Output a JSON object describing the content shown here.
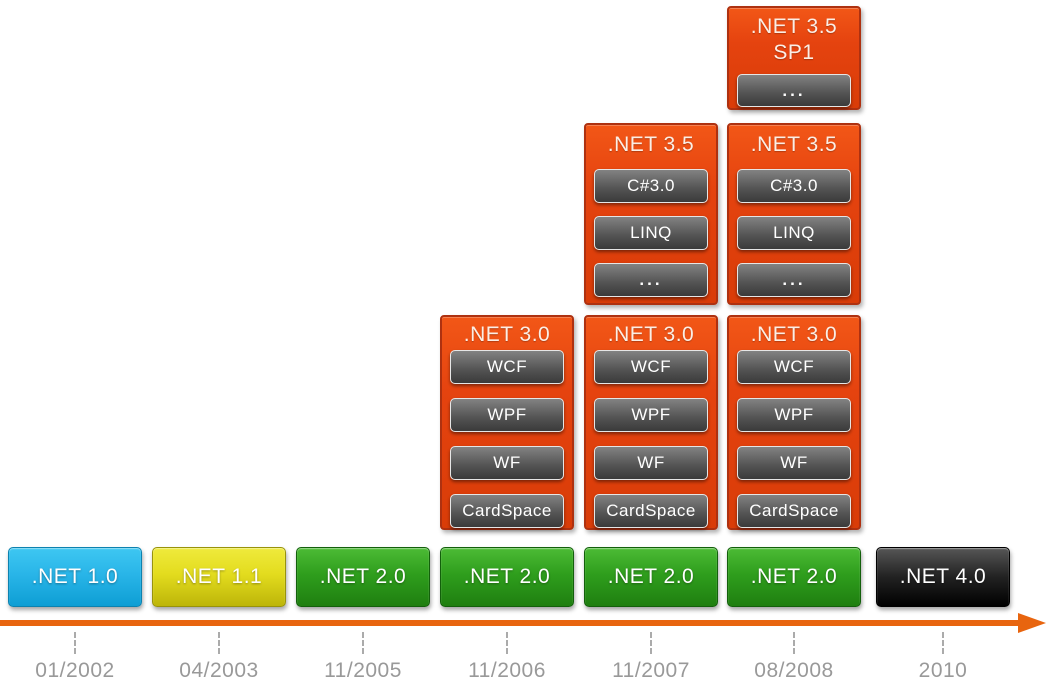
{
  "palette": {
    "orange_box": "#E5430F",
    "orange_border": "#AE3110",
    "gray_item_top": "#828282",
    "gray_item_bottom": "#3A3A3A",
    "gray_item_border": "#E6E6E6",
    "cyan_box": "#29B5E8",
    "yellow_box": "#E3DC1E",
    "green_box": "#2F9E1D",
    "black_box": "#111111",
    "timeline_arrow": "#E8650F",
    "date_text": "#999999",
    "box_text": "#FFFFFF"
  },
  "columns": [
    {
      "date": "01/2002",
      "base": {
        "label": ".NET 1.0",
        "color": "cyan"
      },
      "stack": []
    },
    {
      "date": "04/2003",
      "base": {
        "label": ".NET 1.1",
        "color": "yellow"
      },
      "stack": []
    },
    {
      "date": "11/2005",
      "base": {
        "label": ".NET 2.0",
        "color": "green"
      },
      "stack": []
    },
    {
      "date": "11/2006",
      "base": {
        "label": ".NET 2.0",
        "color": "green"
      },
      "stack": [
        {
          "slot": "v30",
          "title": ".NET 3.0",
          "items": [
            "WCF",
            "WPF",
            "WF",
            "CardSpace"
          ]
        }
      ]
    },
    {
      "date": "11/2007",
      "base": {
        "label": ".NET 2.0",
        "color": "green"
      },
      "stack": [
        {
          "slot": "v35",
          "title": ".NET 3.5",
          "items": [
            "C#3.0",
            "LINQ",
            "..."
          ]
        },
        {
          "slot": "v30",
          "title": ".NET 3.0",
          "items": [
            "WCF",
            "WPF",
            "WF",
            "CardSpace"
          ]
        }
      ]
    },
    {
      "date": "08/2008",
      "base": {
        "label": ".NET 2.0",
        "color": "green"
      },
      "stack": [
        {
          "slot": "sp1",
          "title": ".NET 3.5 SP1",
          "title_lines": [
            ".NET 3.5",
            "SP1"
          ],
          "items": [
            "..."
          ]
        },
        {
          "slot": "v35",
          "title": ".NET 3.5",
          "items": [
            "C#3.0",
            "LINQ",
            "..."
          ]
        },
        {
          "slot": "v30",
          "title": ".NET 3.0",
          "items": [
            "WCF",
            "WPF",
            "WF",
            "CardSpace"
          ]
        }
      ]
    },
    {
      "date": "2010",
      "base": {
        "label": ".NET 4.0",
        "color": "black"
      },
      "stack": []
    }
  ]
}
